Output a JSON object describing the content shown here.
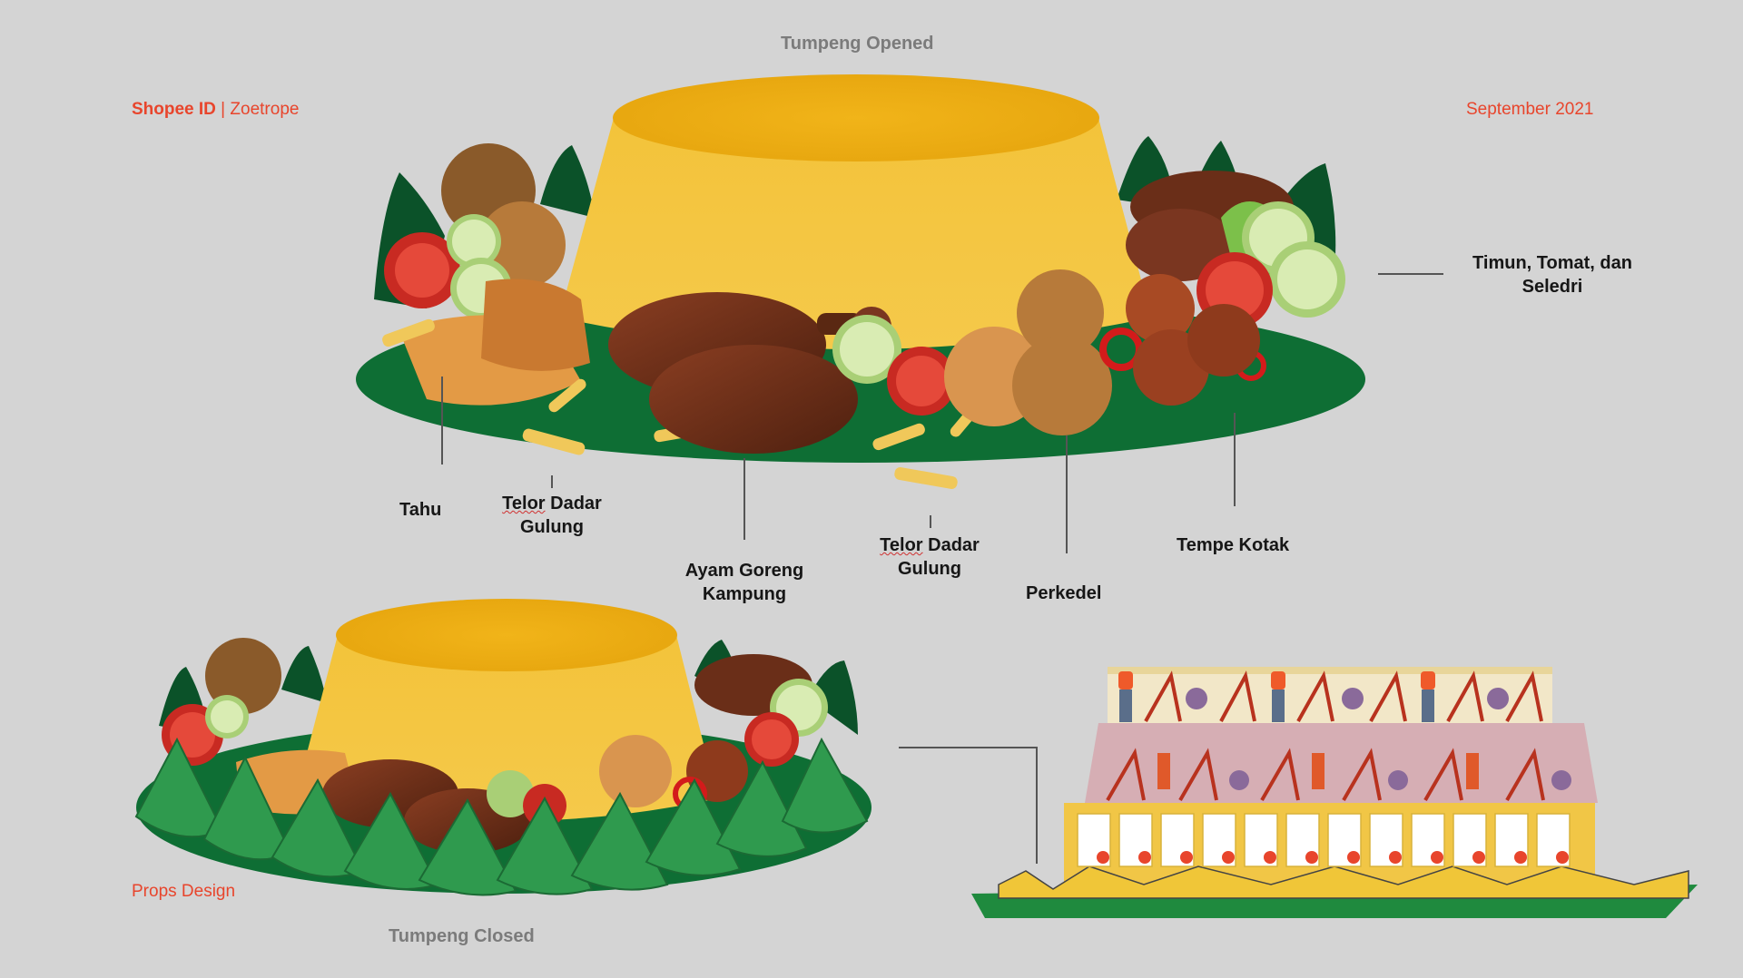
{
  "brand": {
    "name": "Shopee ID",
    "separator": " | ",
    "project": "Zoetrope"
  },
  "date": "September 2021",
  "section_label": "Props Design",
  "titles": {
    "opened": "Tumpeng Opened",
    "closed": "Tumpeng Closed"
  },
  "labels": {
    "tahu": "Tahu",
    "telor_left_1": "Telor",
    "telor_left_2": " Dadar",
    "telor_left_3": "Gulung",
    "ayam_1": "Ayam Goreng",
    "ayam_2": "Kampung",
    "telor_right_1": "Telor",
    "telor_right_2": " Dadar",
    "telor_right_3": "Gulung",
    "perkedel": "Perkedel",
    "tempe": "Tempe Kotak",
    "timun_1": "Timun, Tomat, dan",
    "timun_2": "Seledri"
  },
  "colors": {
    "accent": "#e8452c",
    "background": "#d4d4d4",
    "rice": "#f0b31a",
    "leaf": "#0e6e34",
    "chicken": "#6a2e18"
  }
}
